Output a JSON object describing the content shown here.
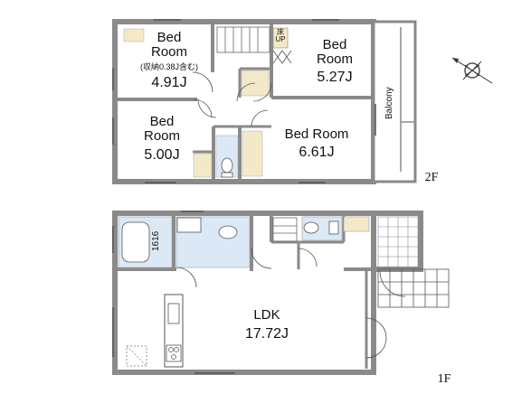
{
  "floor2": {
    "label": "2F",
    "bed_nw": {
      "name": "Bed\nRoom",
      "note": "(収納0.38J含む)",
      "area": "4.91J"
    },
    "bed_ne": {
      "name": "Bed\nRoom",
      "area": "5.27J"
    },
    "bed_sw": {
      "name": "Bed\nRoom",
      "area": "5.00J"
    },
    "bed_se": {
      "name": "Bed Room",
      "area": "6.61J"
    },
    "balcony": "Balcony",
    "stair_tag": "床\nUP"
  },
  "floor1": {
    "label": "1F",
    "ldk": {
      "name": "LDK",
      "area": "17.72J"
    },
    "bath": "1616"
  },
  "colors": {
    "wall": "#8a8a8a",
    "wet_area": "#dbe9f6",
    "storage": "#f3e9c8",
    "line": "#333333"
  }
}
